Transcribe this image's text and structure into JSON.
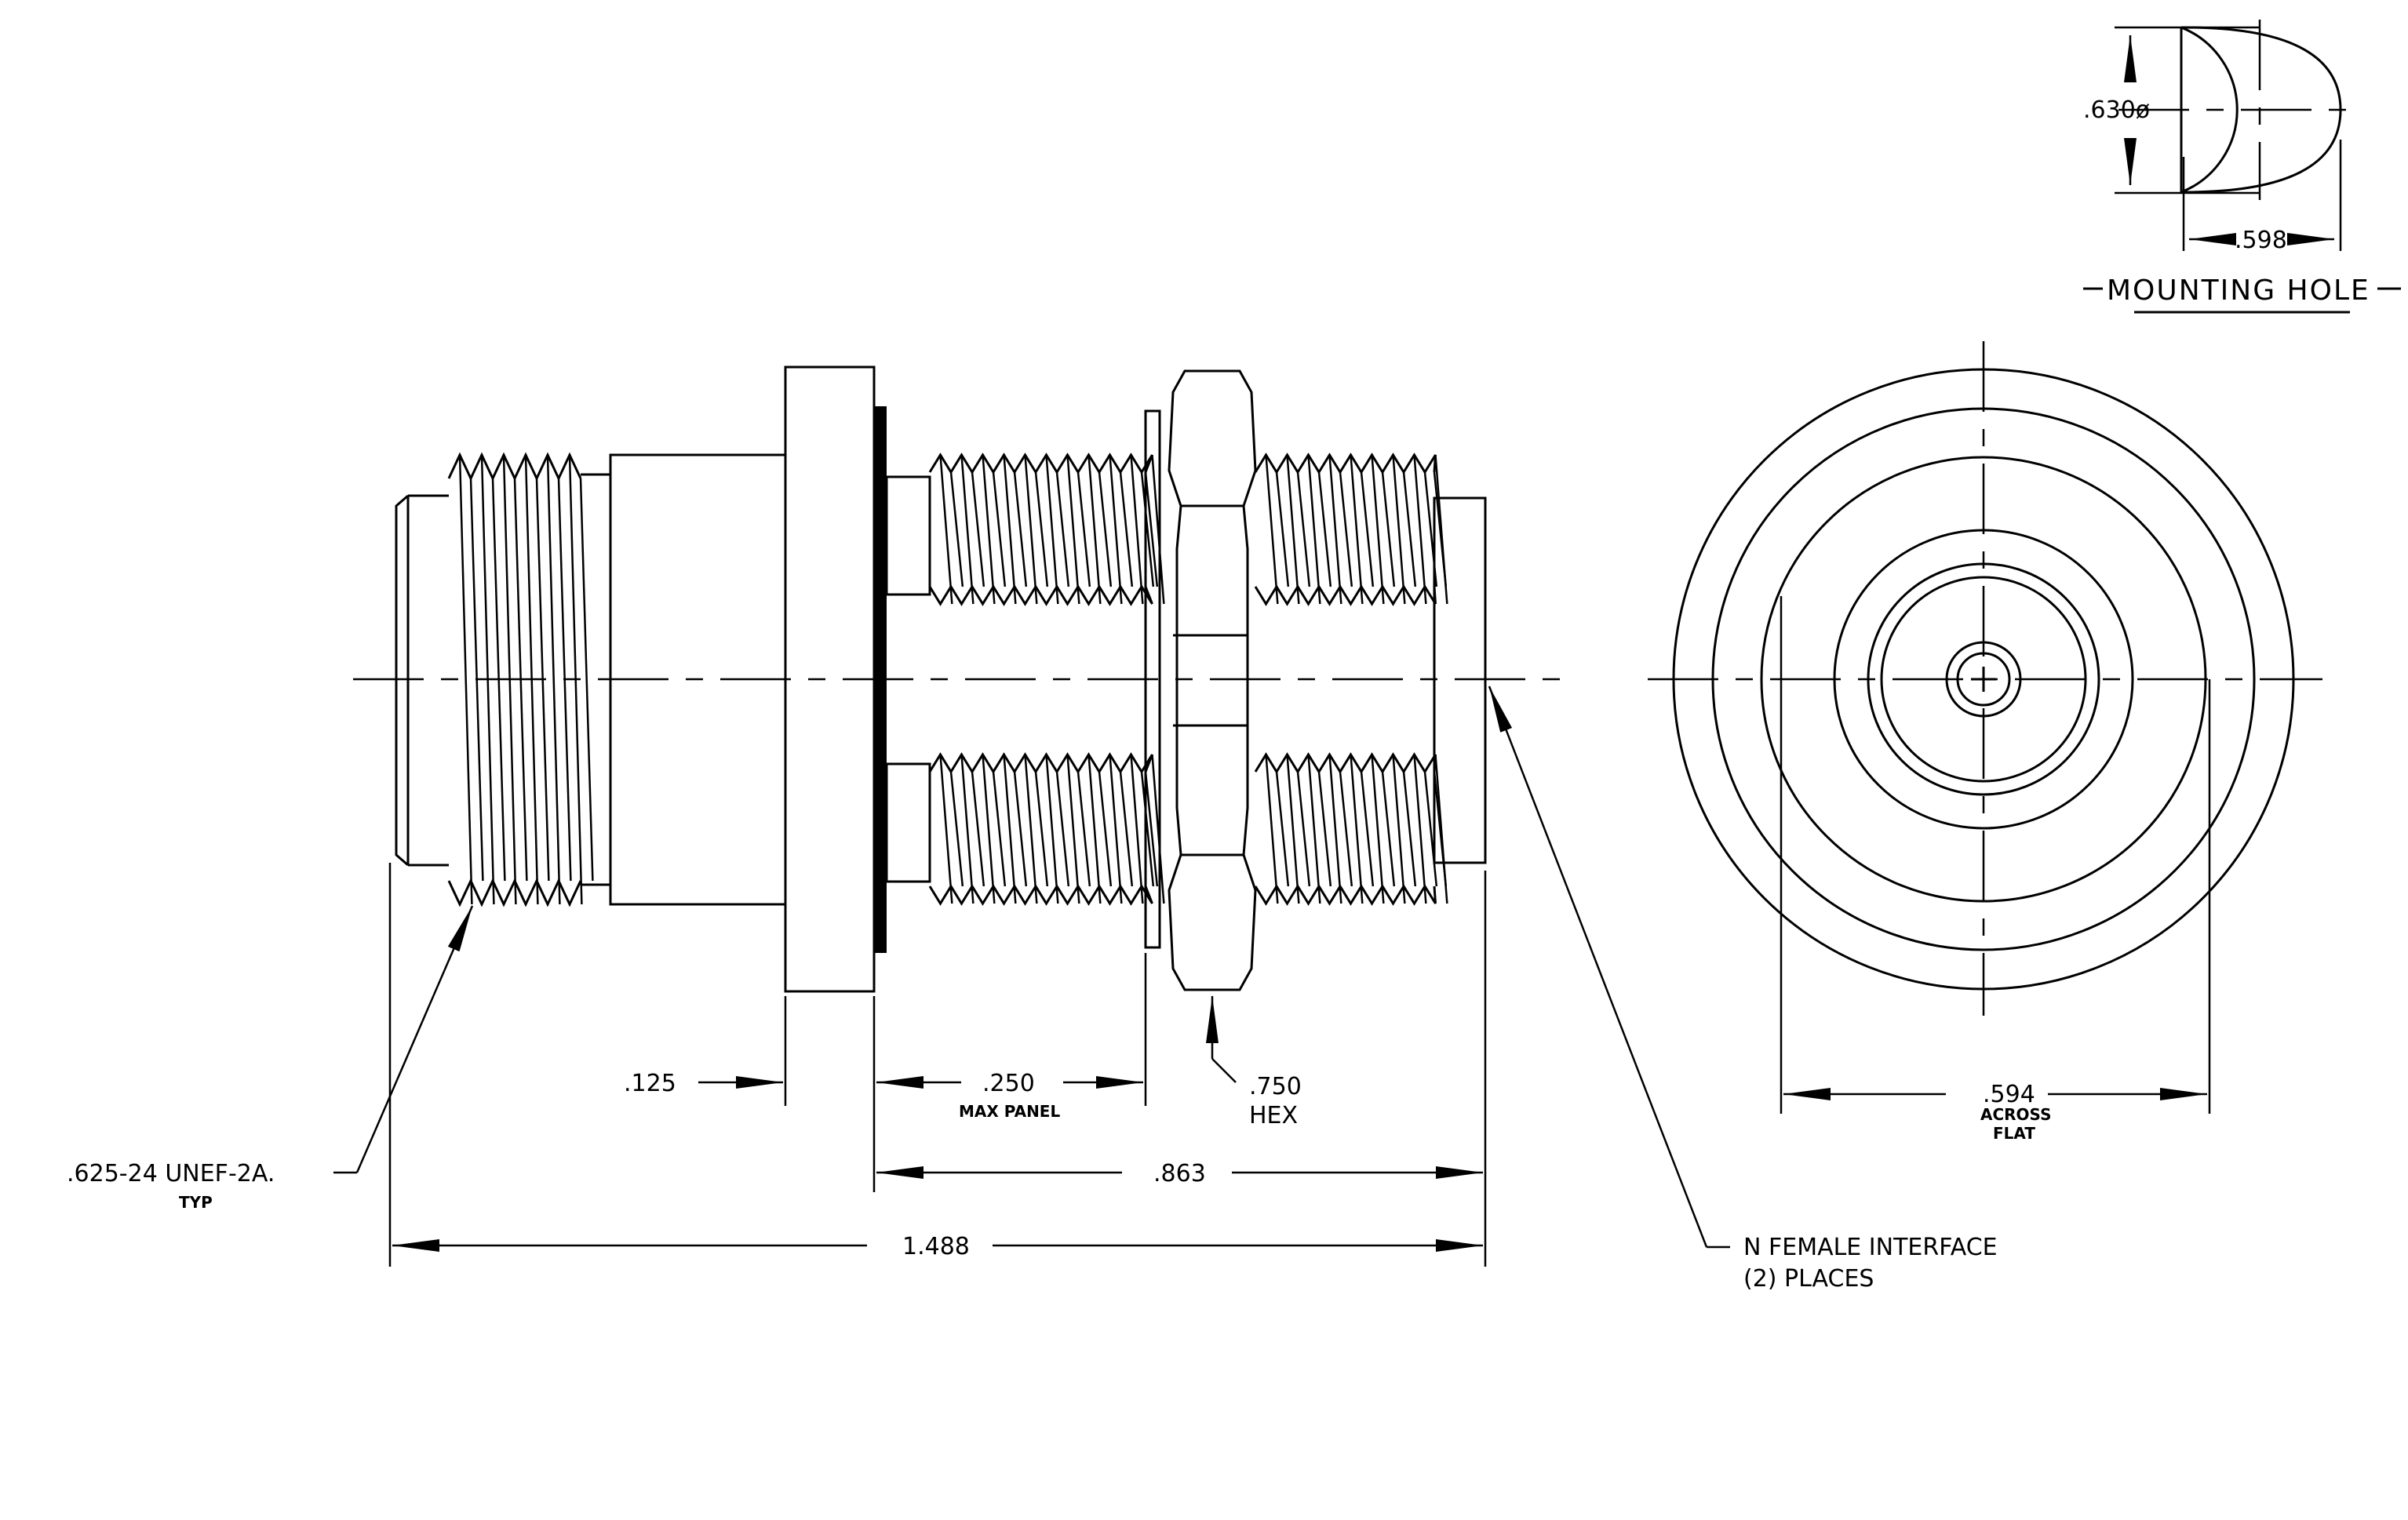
{
  "mounting_hole": {
    "title": "MOUNTING HOLE",
    "diameter": ".630ø",
    "flat": ".598"
  },
  "dimensions": {
    "flange": ".125",
    "panel": ".250",
    "panel_note": "MAX PANEL",
    "hex": ".750",
    "hex_note": "HEX",
    "right_length": ".863",
    "overall": "1.488",
    "flat": ".594",
    "flat_note_1": "ACROSS",
    "flat_note_2": "FLAT"
  },
  "callouts": {
    "thread": ".625-24 UNEF-2A.",
    "thread_note": "TYP",
    "interface": "N FEMALE INTERFACE",
    "interface_note": "(2)  PLACES"
  }
}
